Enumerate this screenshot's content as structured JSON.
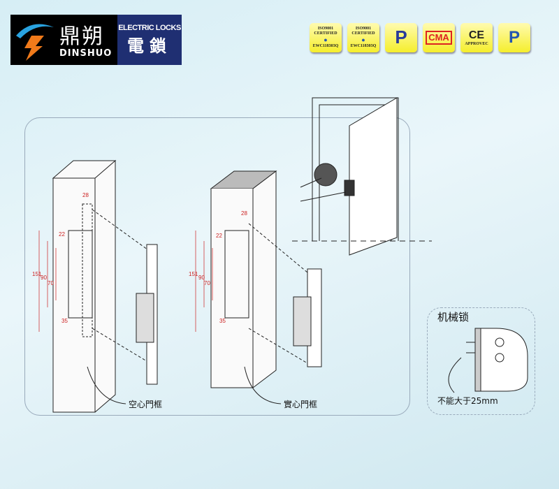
{
  "logo": {
    "brand_cn": "鼎朔",
    "brand_en": "DINSHUO",
    "product_en": "ELECTRIC LOCKS",
    "product_cn": "電鎖"
  },
  "badges": [
    {
      "name": "iso9001-badge-1",
      "lines": [
        "ISO9001",
        "CERTIFIED",
        "EWC118303Q"
      ]
    },
    {
      "name": "iso9001-badge-2",
      "lines": [
        "ISO9001",
        "CERTIFIED",
        "EWC118303Q"
      ]
    },
    {
      "name": "p-mark-badge",
      "lines": [
        "P"
      ]
    },
    {
      "name": "cma-badge",
      "lines": [
        "CMA"
      ]
    },
    {
      "name": "ce-badge",
      "lines": [
        "CE",
        "APPROVEC"
      ]
    },
    {
      "name": "pc-badge",
      "lines": [
        "P"
      ]
    }
  ],
  "dimensions": {
    "d28": "28",
    "d22": "22",
    "d151": "151",
    "d90": "90",
    "d70": "70",
    "d35": "35"
  },
  "labels": {
    "hollow_frame": "空心門框",
    "solid_frame": "實心門框",
    "mechanical_lock": "机械锁",
    "max_note": "不能大于25mm"
  },
  "colors": {
    "dimension": "#cc2222",
    "outline": "#222222"
  }
}
